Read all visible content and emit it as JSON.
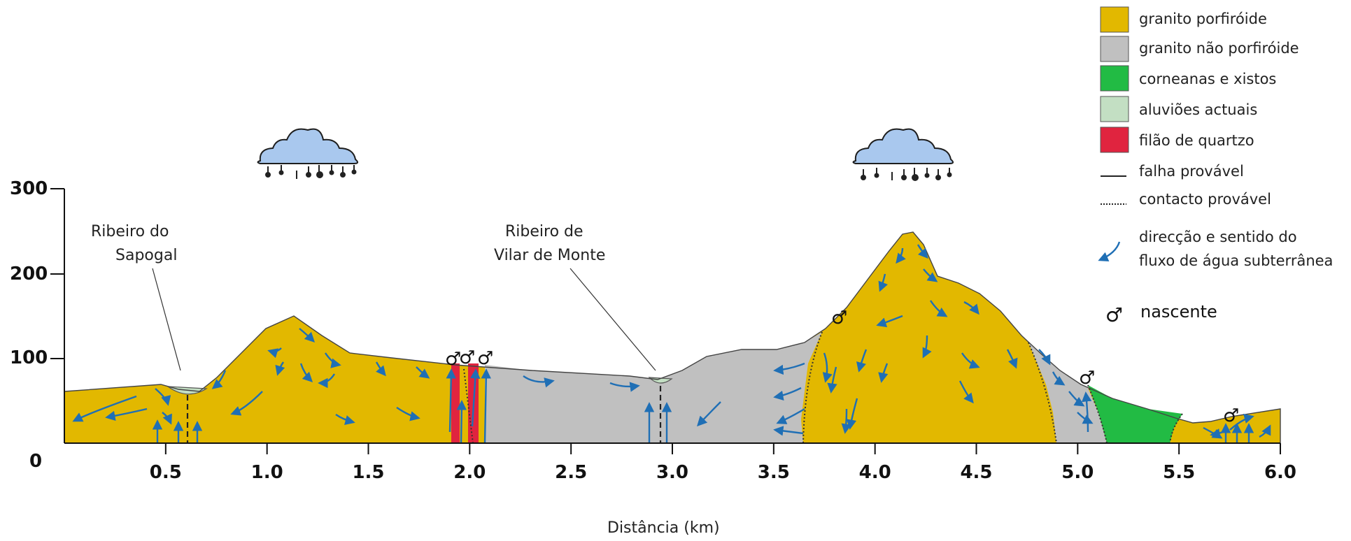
{
  "colors": {
    "granito_porfiroide": "#e2b800",
    "granito_nao_porfiroide": "#c0c0c0",
    "corneanas": "#22bb44",
    "aluvioes": "#c3dfc3",
    "filao": "#e0243f",
    "flow": "#1f6fb5",
    "cloud": "#a9c8ee"
  },
  "axes": {
    "y_ticks": [
      "300",
      "200",
      "100",
      "0"
    ],
    "x_ticks": [
      "0.5",
      "1.0",
      "1.5",
      "2.0",
      "2.5",
      "3.0",
      "3.5",
      "4.0",
      "4.5",
      "5.0",
      "5.5",
      "6.0"
    ],
    "x_title": "Distância (km)"
  },
  "annotations": {
    "ribeiro_sapogal": [
      "Ribeiro do",
      "Sapogal"
    ],
    "ribeiro_vilar": [
      "Ribeiro de",
      "Vilar de Monte"
    ]
  },
  "legend": {
    "items": [
      {
        "key": "granito_porfiroide",
        "label": "granito porfiróide"
      },
      {
        "key": "granito_nao_porfiroide",
        "label": "granito não porfiróide"
      },
      {
        "key": "corneanas",
        "label": "corneanas e xistos"
      },
      {
        "key": "aluvioes",
        "label": "aluviões actuais"
      },
      {
        "key": "filao",
        "label": "filão de quartzo"
      }
    ],
    "falha": "falha provável",
    "contacto": "contacto provável",
    "flow": [
      "direcção e sentido do",
      "fluxo de água subterrânea"
    ],
    "nascente": "nascente",
    "spring_symbol": "♂"
  }
}
